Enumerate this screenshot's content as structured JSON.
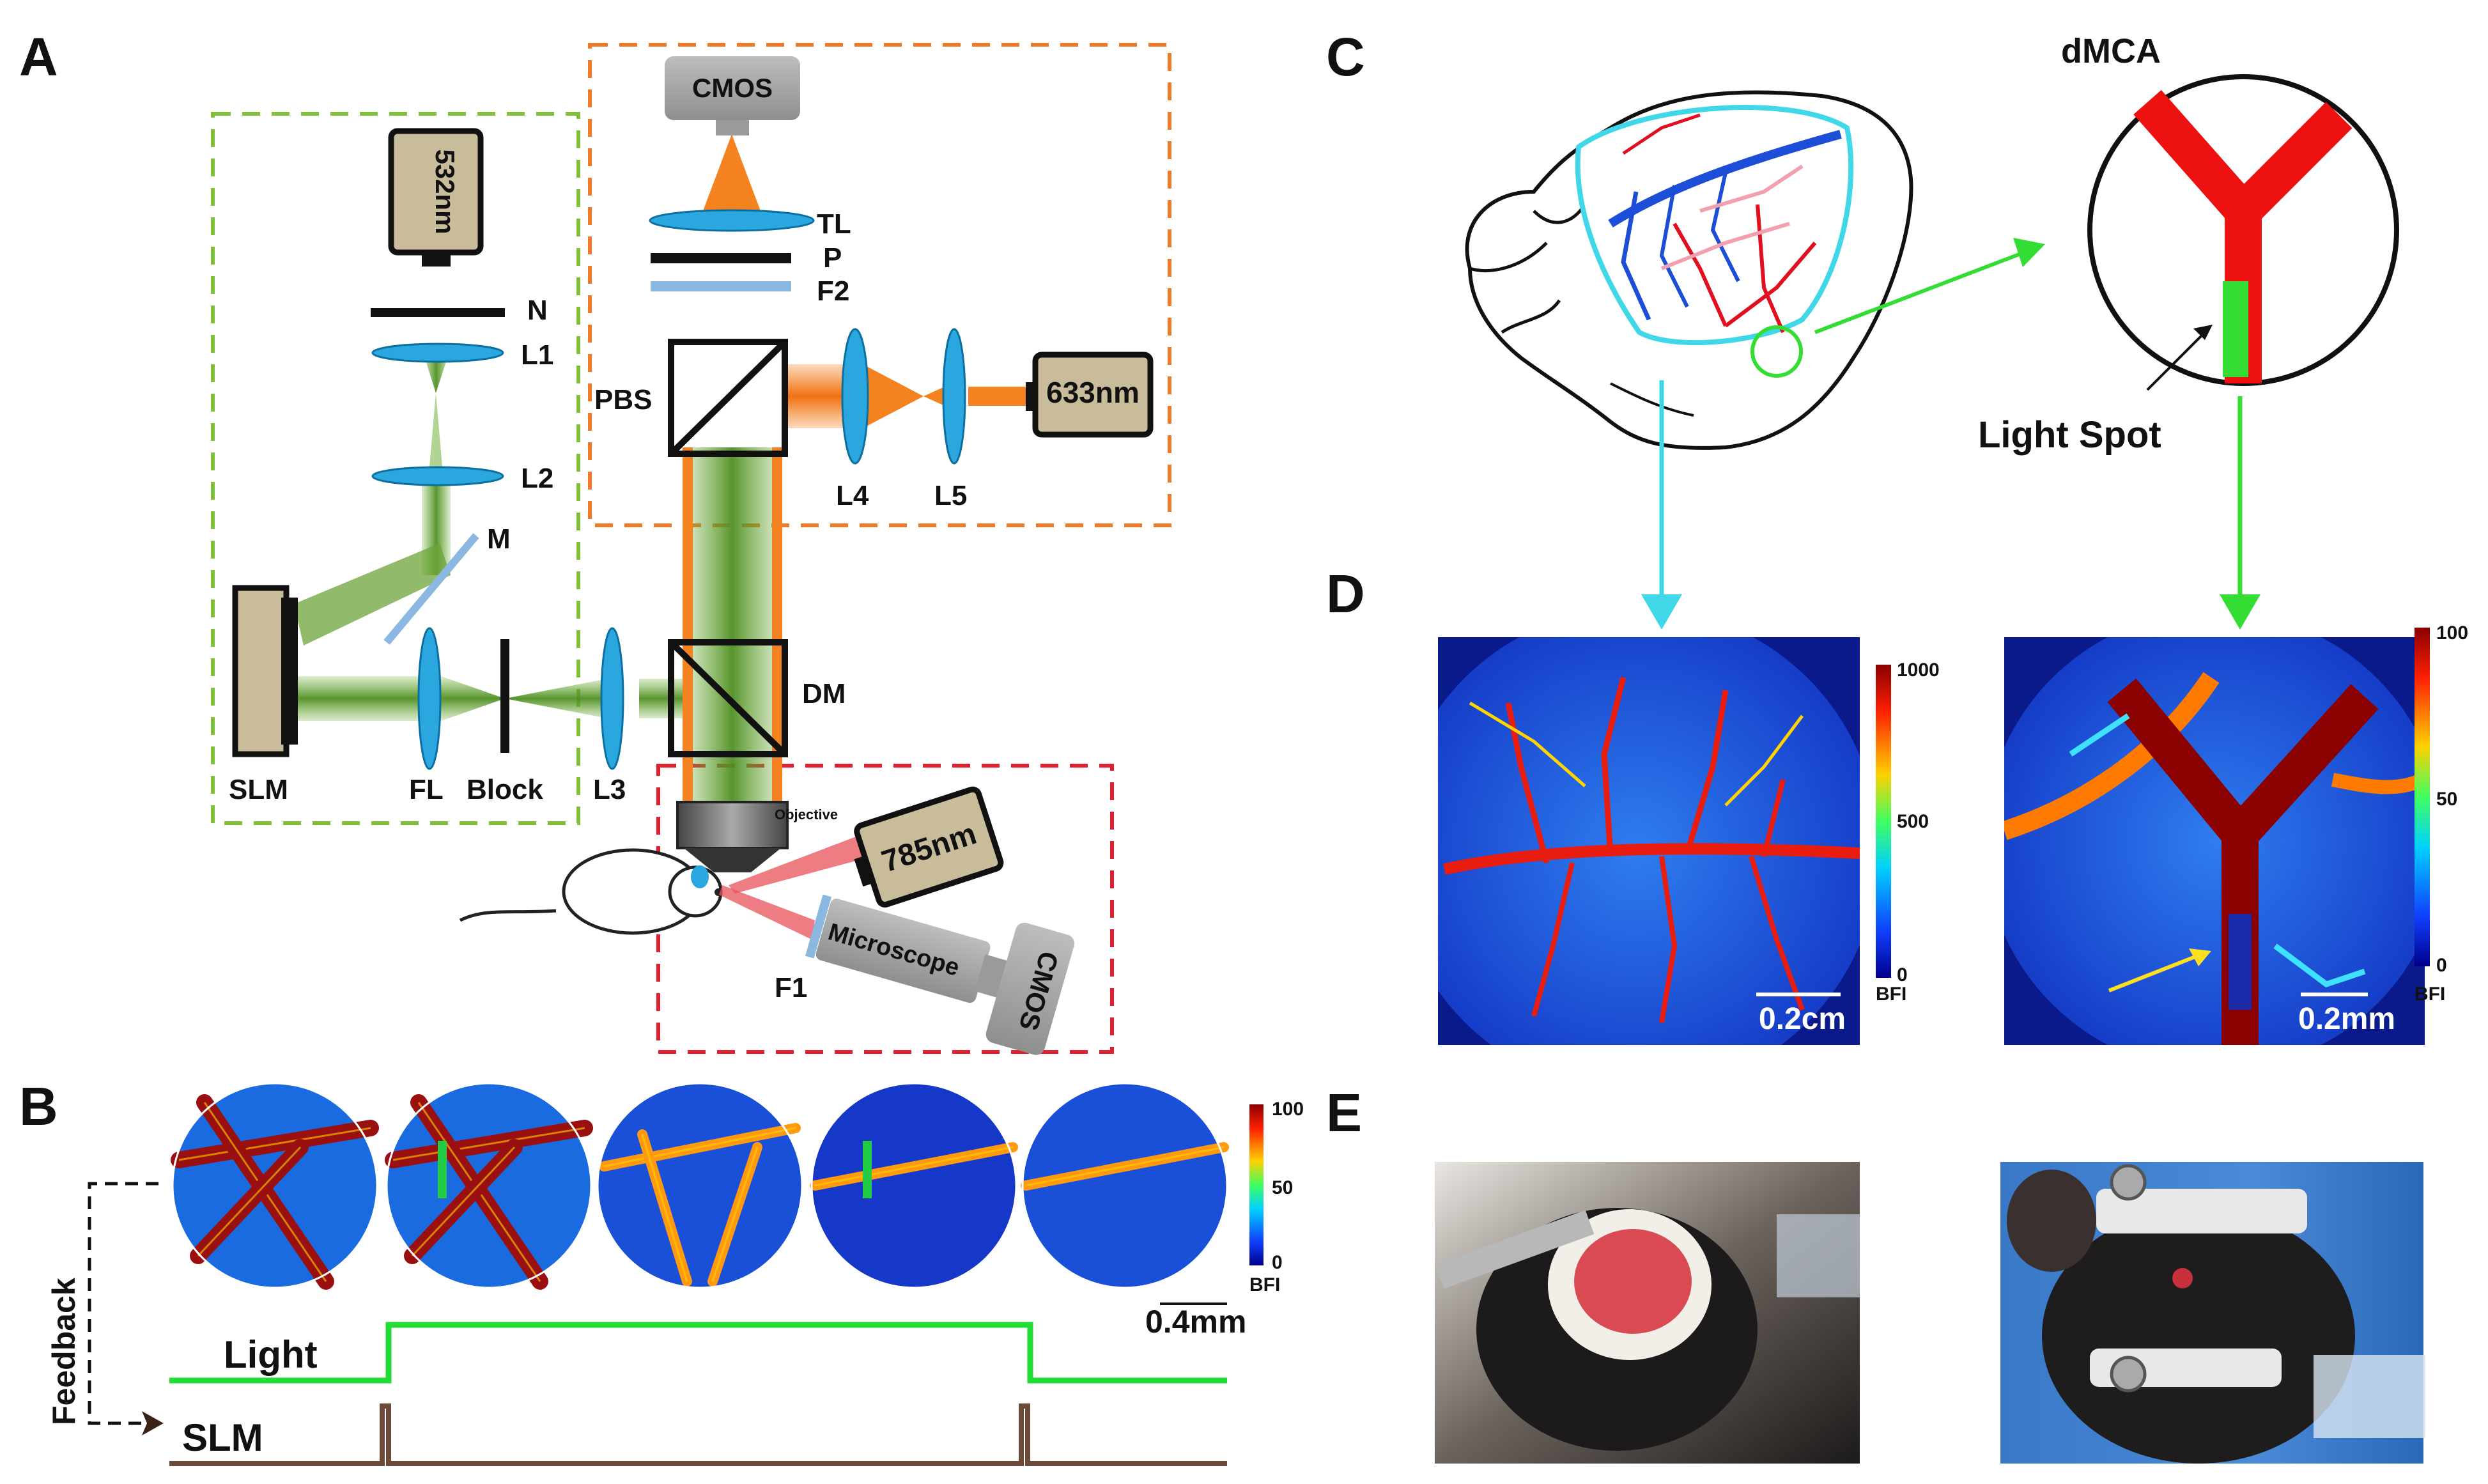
{
  "panels": {
    "a": "A",
    "b": "B",
    "c": "C",
    "d": "D",
    "e": "E"
  },
  "setup": {
    "laser_532": "532nm",
    "laser_633": "633nm",
    "laser_785": "785nm",
    "cmos_top": "CMOS",
    "cmos_side": "CMOS",
    "microscope": "Microscope",
    "objective": "Objective",
    "components": {
      "n": "N",
      "l1": "L1",
      "l2": "L2",
      "m": "M",
      "slm": "SLM",
      "fl": "FL",
      "block": "Block",
      "l3": "L3",
      "dm": "DM",
      "pbs": "PBS",
      "l4": "L4",
      "l5": "L5",
      "tl": "TL",
      "p": "P",
      "f2": "F2",
      "f1": "F1"
    },
    "colors": {
      "green_box": "#7fbf3a",
      "orange_box": "#f07a2a",
      "red_box": "#e02030",
      "lens": "#2aa7df",
      "device": "#c8bc9a"
    }
  },
  "panel_b": {
    "scale_bar": "0.4mm",
    "colorbar": {
      "max": "100",
      "mid": "50",
      "min": "0",
      "label": "BFI"
    },
    "feedback": "Feedback",
    "light": "Light",
    "slm": "SLM",
    "light_color": "#22dd33",
    "slm_color": "#6b4a3a"
  },
  "panel_c": {
    "title": "dMCA",
    "light_spot": "Light Spot"
  },
  "panel_d": {
    "left": {
      "scale_bar": "0.2cm",
      "cb_max": "1000",
      "cb_mid": "500",
      "cb_min": "0",
      "cb_label": "BFI"
    },
    "right": {
      "scale_bar": "0.2mm",
      "cb_max": "100",
      "cb_mid": "50",
      "cb_min": "0",
      "cb_label": "BFI"
    }
  }
}
